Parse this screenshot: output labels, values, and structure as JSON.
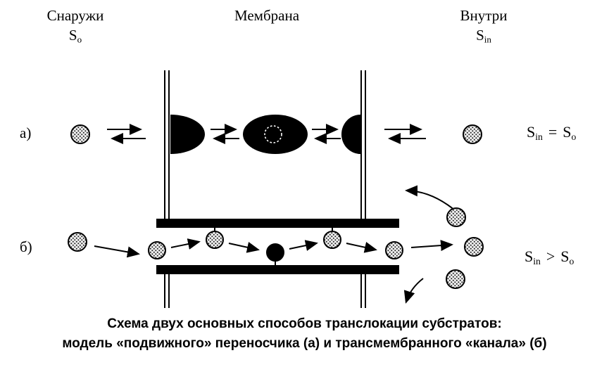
{
  "header": {
    "outside": "Снаружи",
    "membrane": "Мембрана",
    "inside": "Внутри"
  },
  "symbols": {
    "s": "S",
    "sub_o": "o",
    "sub_in": "in"
  },
  "rows": {
    "a": {
      "label": "а)",
      "op": "="
    },
    "b": {
      "label": "б)",
      "op": ">"
    }
  },
  "caption": {
    "line1": "Схема двух основных способов транслокации субстратов:",
    "line2": "модель «подвижного» переносчика (а) и трансмембранного «канала» (б)"
  },
  "colors": {
    "ink": "#000000",
    "paper": "#ffffff"
  }
}
